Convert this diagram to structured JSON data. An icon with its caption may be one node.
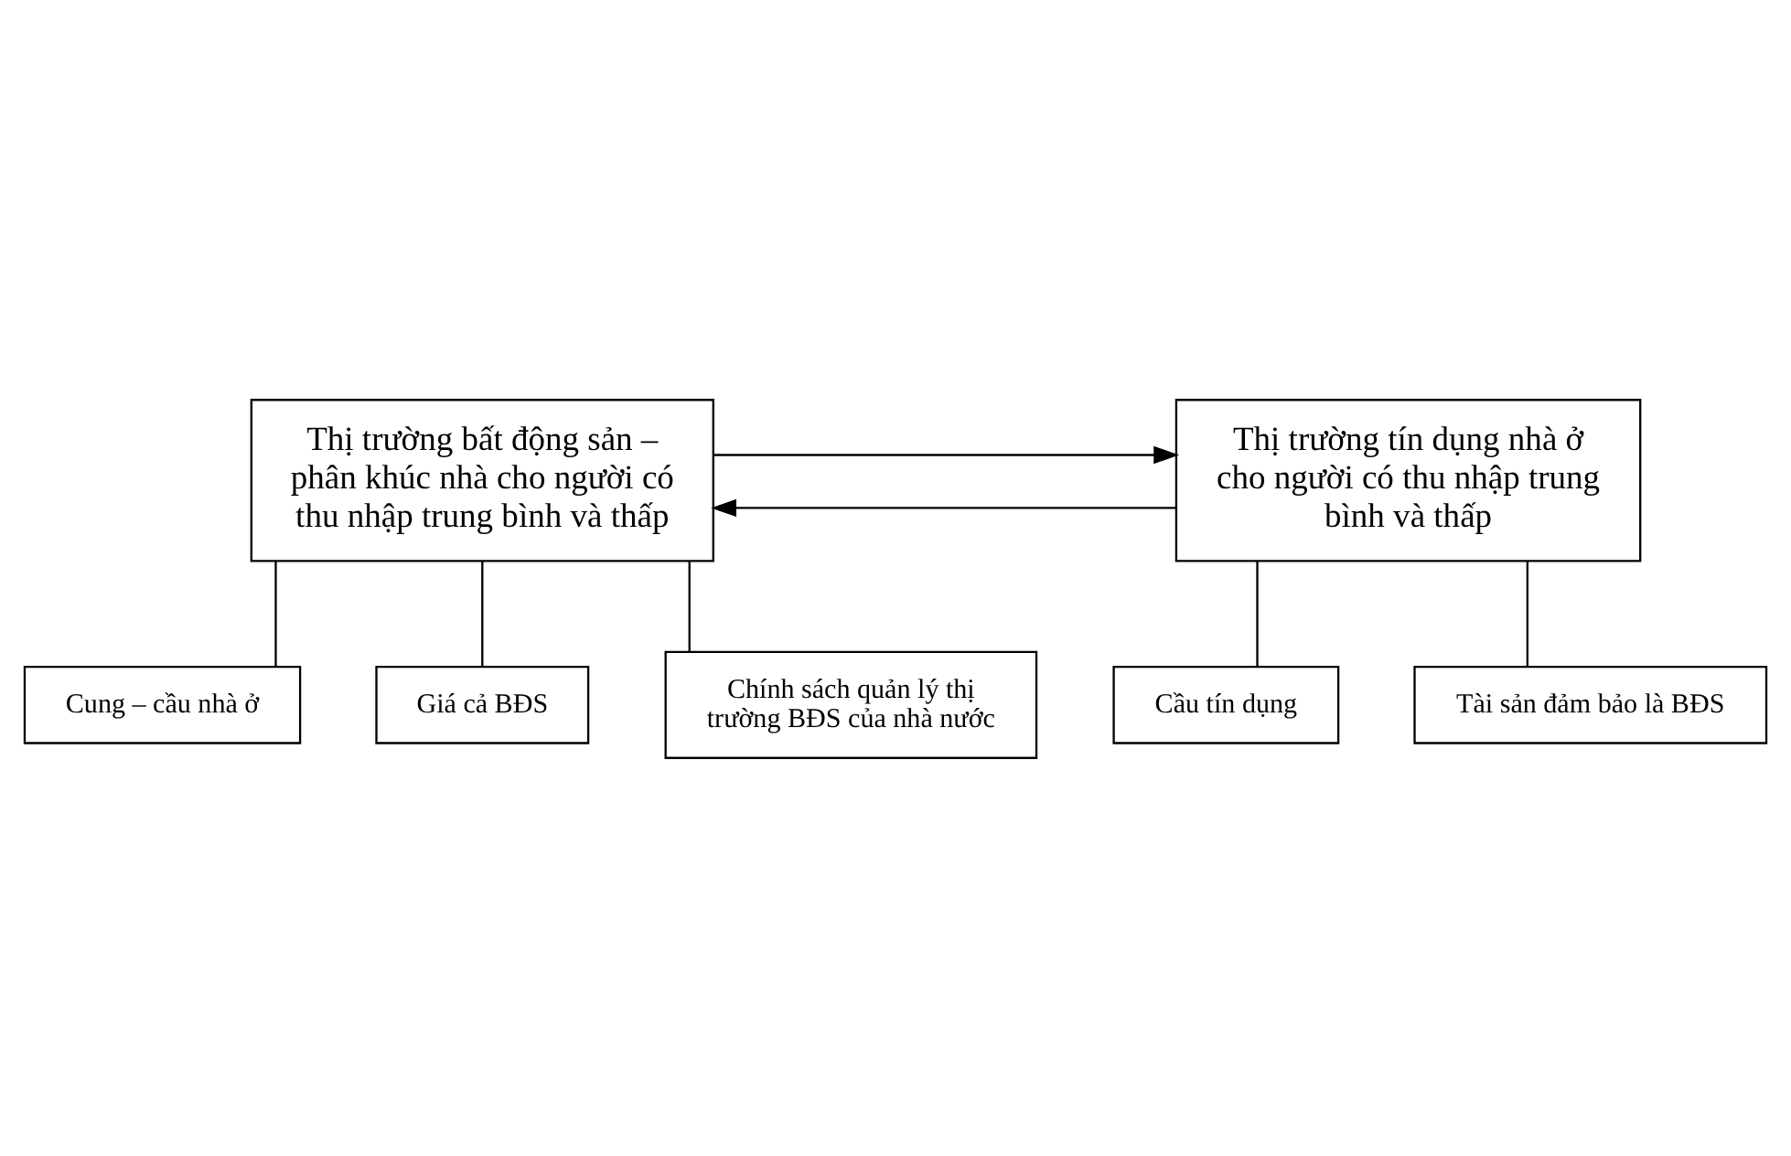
{
  "diagram": {
    "nodes": [
      {
        "text": [
          "Thị trường bất động sản – phân khúc nhà cho người có thu nhập trung bình và thấp"
        ]
      },
      {
        "text": [
          "Thị trường tín dụng nhà ở cho người có thu nhập trung bình và thấp"
        ]
      },
      {
        "text": [
          "Cung – cầu nhà ở"
        ]
      },
      {
        "text": [
          "Giá cả BĐS"
        ]
      },
      {
        "text": [
          "Chính sách quản lý thị trường BĐS của nhà nước"
        ]
      },
      {
        "text": [
          "Cầu tín dụng"
        ]
      },
      {
        "text": [
          "Tài sản đảm bảo là BĐS"
        ]
      }
    ],
    "edges": [
      {
        "from": 0,
        "to": 1,
        "arrow": "to"
      },
      {
        "from": 1,
        "to": 0,
        "arrow": "to"
      },
      {
        "from": 0,
        "to": 2,
        "arrow": "none"
      },
      {
        "from": 0,
        "to": 3,
        "arrow": "none"
      },
      {
        "from": 0,
        "to": 4,
        "arrow": "none"
      },
      {
        "from": 1,
        "to": 5,
        "arrow": "none"
      },
      {
        "from": 1,
        "to": 6,
        "arrow": "none"
      }
    ]
  }
}
